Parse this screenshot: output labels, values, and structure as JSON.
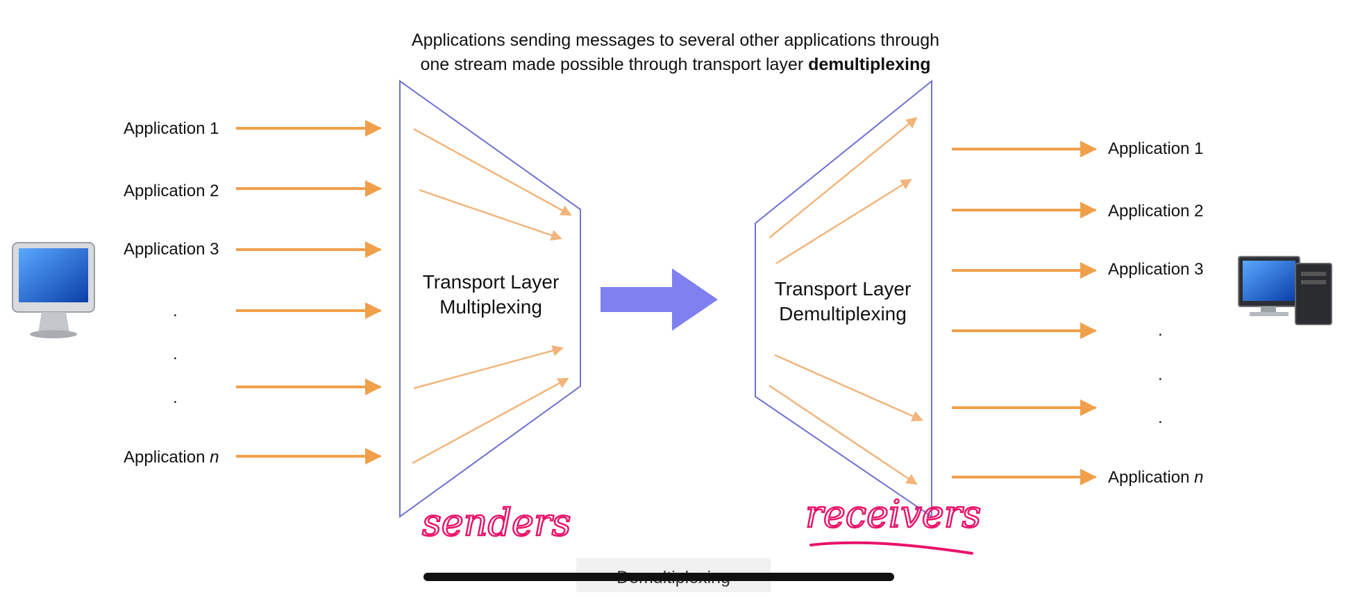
{
  "caption": {
    "line1": "Applications sending messages to several other applications through",
    "line2_prefix": "one stream made possible through transport layer ",
    "line2_bold": "demultiplexing"
  },
  "left": {
    "icon": "imac-computer-icon",
    "apps": [
      "Application 1",
      "Application 2",
      "Application 3",
      "Application n"
    ],
    "ellipsis": "."
  },
  "right": {
    "icon": "desktop-tower-computer-icon",
    "apps": [
      "Application 1",
      "Application 2",
      "Application 3",
      "Application n"
    ],
    "ellipsis": "."
  },
  "mux_box": {
    "line1": "Transport Layer",
    "line2": "Multiplexing"
  },
  "demux_box": {
    "line1": "Transport Layer",
    "line2": "Demultiplexing"
  },
  "annotations": {
    "left": "senders",
    "right": "receivers"
  },
  "footer": {
    "tab": "Demultiplexing"
  },
  "colors": {
    "arrow": "#f0a04b",
    "box": "#6f6fd0",
    "big_arrow": "#8080f0",
    "ink": "#e8136a"
  }
}
